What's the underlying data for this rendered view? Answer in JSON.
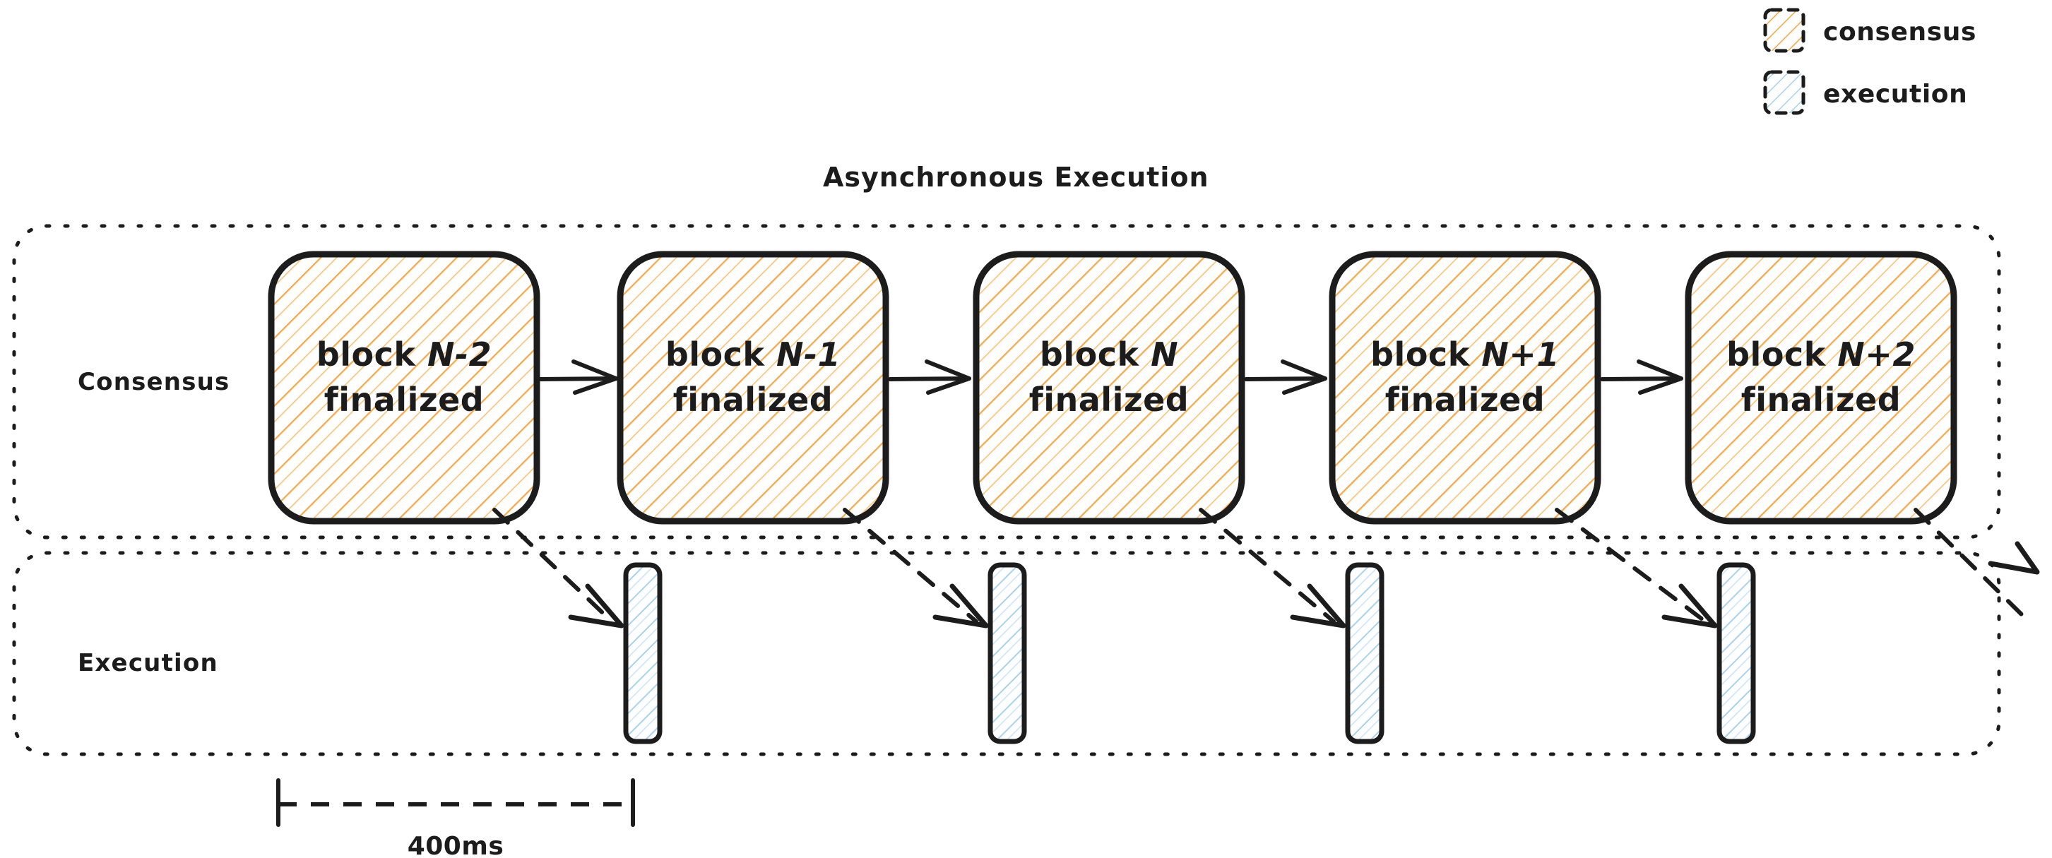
{
  "diagram": {
    "title": "Asynchronous Execution",
    "type": "timeline-swimlane"
  },
  "legend": {
    "items": [
      {
        "label": "consensus",
        "color": "#f5a council",
        "swatch": "orange-hatch-swatch"
      },
      {
        "label": "execution",
        "swatch": "blue-hatch-swatch"
      }
    ],
    "colors": {
      "consensus_hatch": "#f7a94a",
      "execution_hatch": "#a7d3ef",
      "stroke": "#1c1c1c"
    }
  },
  "lanes": [
    {
      "name": "consensus",
      "label": "Consensus",
      "blocks": [
        {
          "line1": "block ",
          "emph": "N-2",
          "line2": "finalized"
        },
        {
          "line1": "block ",
          "emph": "N-1",
          "line2": "finalized"
        },
        {
          "line1": "block ",
          "emph": "N",
          "line2": "finalized"
        },
        {
          "line1": "block ",
          "emph": "N+1",
          "line2": "finalized"
        },
        {
          "line1": "block ",
          "emph": "N+2",
          "line2": "finalized"
        }
      ]
    },
    {
      "name": "execution",
      "label": "Execution",
      "bars": [
        {
          "index": 1
        },
        {
          "index": 2
        },
        {
          "index": 3
        },
        {
          "index": 4
        }
      ]
    }
  ],
  "measure": {
    "label": "400ms",
    "from_block": 1,
    "to_block": 2
  }
}
